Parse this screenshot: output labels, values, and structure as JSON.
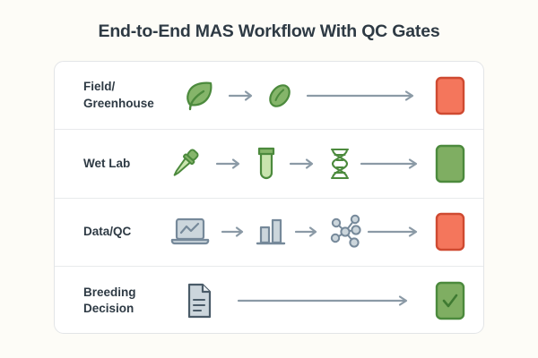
{
  "page": {
    "background_color": "#fdfcf7",
    "title": "End-to-End MAS Workflow With QC Gates"
  },
  "card": {
    "background_color": "#ffffff",
    "border_color": "#e3e5e7",
    "divider_color": "#e8eaec"
  },
  "palette": {
    "title_text": "#2e3a44",
    "label_text": "#2e3a44",
    "arrow": "#8b9aa6",
    "green_fill": "#85b56a",
    "green_stroke": "#4c8a3d",
    "green_light_fill": "#c9e4ae",
    "slate_fill": "#ccd6dc",
    "slate_stroke": "#76899a",
    "gate_fail_fill": "#f4765c",
    "gate_fail_stroke": "#cf4a31",
    "gate_pass_fill": "#7fae62",
    "gate_pass_stroke": "#4c8a3d",
    "check_stroke": "#3f7a32"
  },
  "rows": [
    {
      "label_line1": "Field/",
      "label_line2": "Greenhouse",
      "steps": [
        "leaf-icon",
        "seed-leaf-icon"
      ],
      "gate": {
        "name": "qc-gate-fail",
        "status": "fail",
        "check": false
      }
    },
    {
      "label_line1": "Wet Lab",
      "label_line2": "",
      "steps": [
        "pipette-icon",
        "test-tube-icon",
        "dna-helix-icon"
      ],
      "gate": {
        "name": "qc-gate-pass",
        "status": "pass",
        "check": false
      }
    },
    {
      "label_line1": "Data/QC",
      "label_line2": "",
      "steps": [
        "laptop-chart-icon",
        "bar-chart-icon",
        "network-graph-icon"
      ],
      "gate": {
        "name": "qc-gate-fail",
        "status": "fail",
        "check": false
      }
    },
    {
      "label_line1": "Breeding",
      "label_line2": "Decision",
      "steps": [
        "document-icon"
      ],
      "gate": {
        "name": "qc-gate-pass-check",
        "status": "pass",
        "check": true
      }
    }
  ]
}
